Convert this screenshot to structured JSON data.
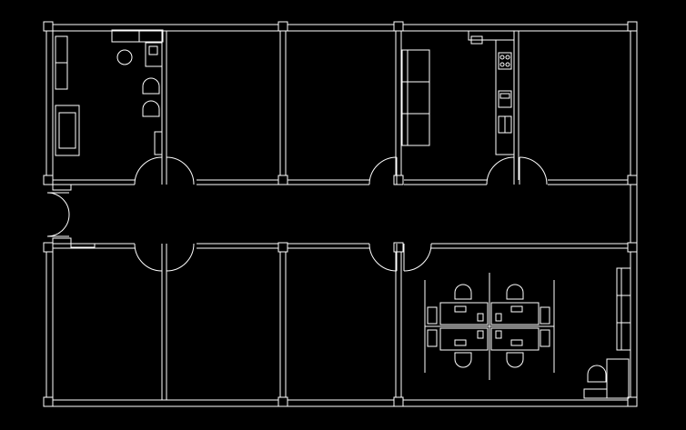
{
  "colors": {
    "background": "#000000",
    "linework": "#ffffff"
  },
  "drawing": {
    "type": "architectural-floor-plan",
    "rooms": [
      {
        "id": "office-top-1",
        "furniture": [
          "sofa",
          "armchair",
          "desk-with-chair",
          "chairs"
        ]
      },
      {
        "id": "room-top-2",
        "furniture": []
      },
      {
        "id": "room-top-3",
        "furniture": []
      },
      {
        "id": "lounge-top-4",
        "furniture": [
          "sofa-modules"
        ]
      },
      {
        "id": "kitchen-top-4",
        "furniture": [
          "counter",
          "stove",
          "sink"
        ]
      },
      {
        "id": "room-top-5",
        "furniture": []
      },
      {
        "id": "corridor",
        "furniture": []
      },
      {
        "id": "room-bottom-1",
        "furniture": []
      },
      {
        "id": "room-bottom-2",
        "furniture": []
      },
      {
        "id": "room-bottom-3",
        "furniture": []
      },
      {
        "id": "open-office-bottom-4",
        "furniture": [
          "workstation-cluster",
          "sofa-modules",
          "armchair"
        ]
      }
    ]
  }
}
